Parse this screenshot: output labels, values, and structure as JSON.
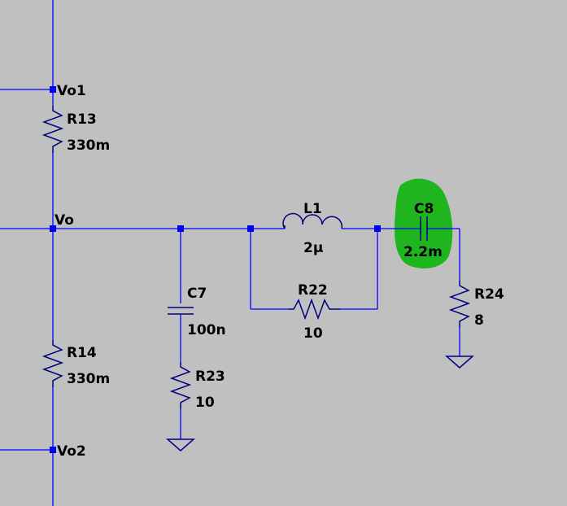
{
  "nets": {
    "vo1": "Vo1",
    "vo": "Vo",
    "vo2": "Vo2"
  },
  "components": {
    "r13": {
      "name": "R13",
      "value": "330m"
    },
    "r14": {
      "name": "R14",
      "value": "330m"
    },
    "c7": {
      "name": "C7",
      "value": "100n"
    },
    "r23": {
      "name": "R23",
      "value": "10"
    },
    "l1": {
      "name": "L1",
      "value": "2μ"
    },
    "r22": {
      "name": "R22",
      "value": "10"
    },
    "c8": {
      "name": "C8",
      "value": "2.2m"
    },
    "r24": {
      "name": "R24",
      "value": "8"
    }
  },
  "colors": {
    "background": "#c0c0c0",
    "wire": "#0000ff",
    "component": "#000080",
    "highlight": "#1fb51f"
  }
}
